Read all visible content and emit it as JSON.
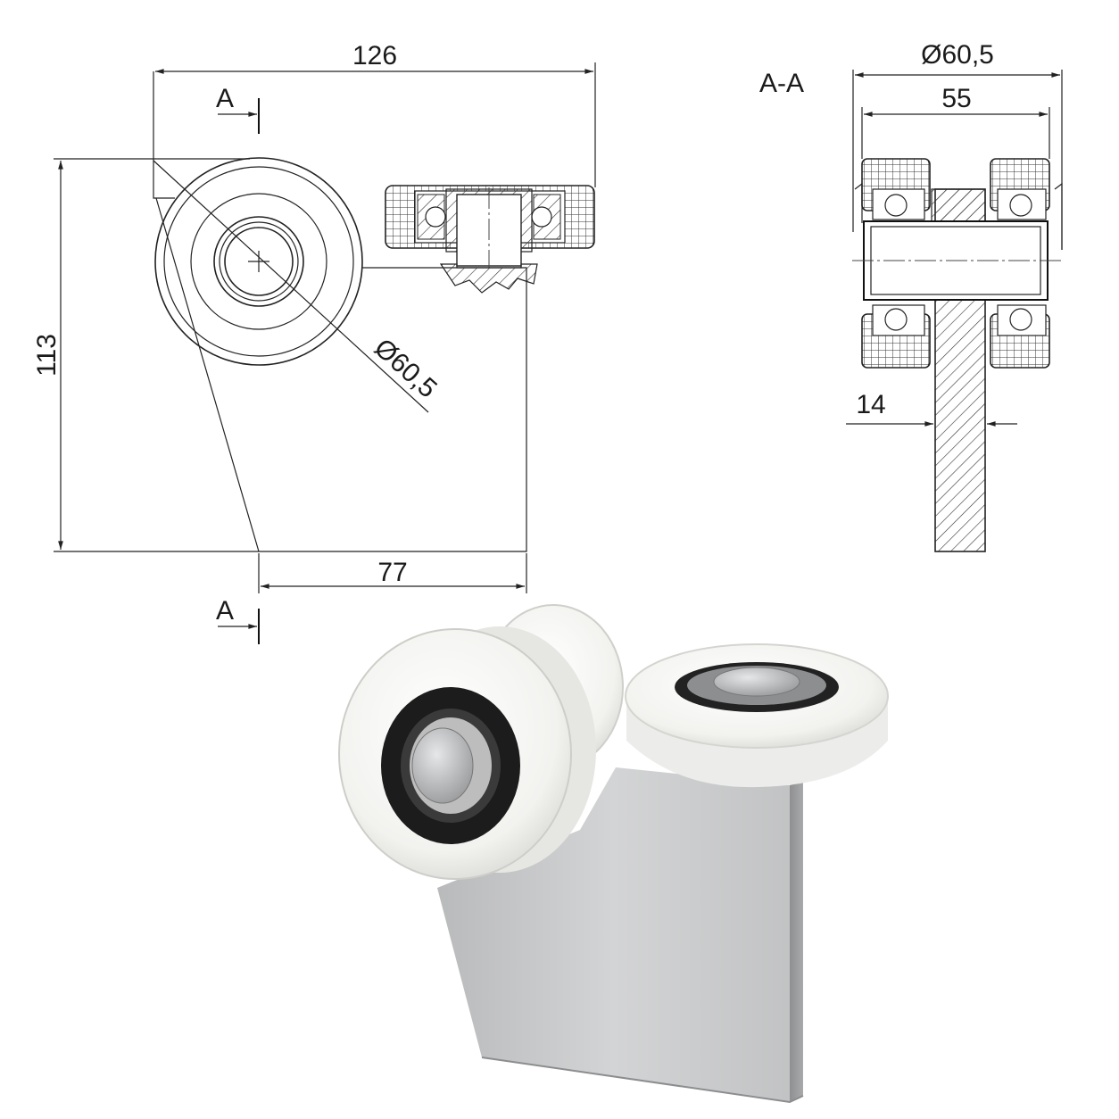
{
  "front_view": {
    "width_dim": "126",
    "height_dim": "113",
    "base_dim": "77",
    "wheel_diameter_dim": "Ø60,5",
    "section_mark_top": "A",
    "section_mark_bottom": "A"
  },
  "section_view": {
    "title": "A-A",
    "outer_diameter_dim": "Ø60,5",
    "inner_width_dim": "55",
    "plate_thickness_dim": "14"
  },
  "colors": {
    "line": "#222222",
    "wheel_white": "#f4f4f2",
    "plate_steel": "#c9cacb",
    "bearing_black": "#1c1c1c"
  }
}
